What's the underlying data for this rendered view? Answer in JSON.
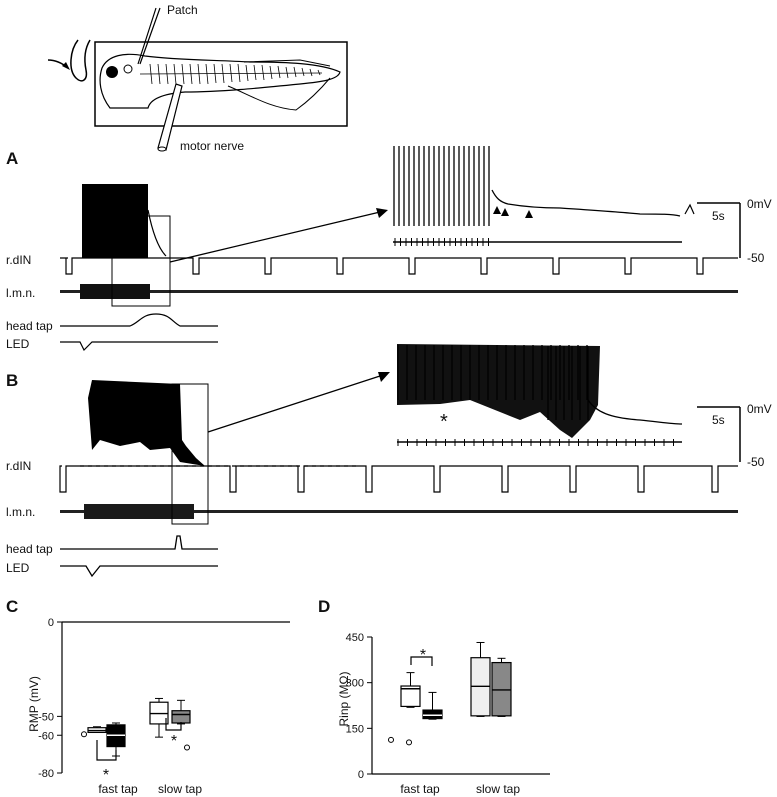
{
  "schematic": {
    "patch_label": "Patch",
    "motor_nerve_label": "motor nerve"
  },
  "panel_a": {
    "label": "A",
    "trace_rdin": "r.dIN",
    "trace_lmn": "l.m.n.",
    "trace_head_tap": "head tap",
    "trace_led": "LED",
    "scale_time": "5s",
    "scale_top": "0mV",
    "scale_bottom": "-50"
  },
  "panel_b": {
    "label": "B",
    "trace_rdin": "r.dIN",
    "trace_lmn": "l.m.n.",
    "trace_head_tap": "head tap",
    "trace_led": "LED",
    "scale_time": "5s",
    "scale_top": "0mV",
    "scale_bottom": "-50",
    "asterisk": "*"
  },
  "chart_data": [
    {
      "type": "box",
      "panel": "C",
      "ylabel": "RMP (mV)",
      "ylim": [
        -80,
        0
      ],
      "yticks": [
        0,
        -50,
        -60,
        -80
      ],
      "categories": [
        "fast tap",
        "slow tap"
      ],
      "significance": "*",
      "boxes": [
        {
          "category": "fast tap",
          "fill": "#ffffff",
          "whisker_low": -57,
          "q1": -58.5,
          "median": -57.5,
          "q3": -56,
          "whisker_high": -55.5,
          "outliers": [
            -59.5
          ]
        },
        {
          "category": "fast tap",
          "fill": "#000000",
          "whisker_low": -71,
          "q1": -66,
          "median": -60,
          "q3": -54.5,
          "whisker_high": -53.5,
          "outliers": []
        },
        {
          "category": "slow tap",
          "fill": "#ffffff",
          "whisker_low": -61,
          "q1": -54,
          "median": -48.5,
          "q3": -42.5,
          "whisker_high": -40.5,
          "outliers": []
        },
        {
          "category": "slow tap",
          "fill": "#888888",
          "whisker_low": -54,
          "q1": -53.5,
          "median": -49,
          "q3": -47,
          "whisker_high": -41.5,
          "outliers": [
            -66.5
          ]
        }
      ]
    },
    {
      "type": "box",
      "panel": "D",
      "ylabel": "Rinp (MΩ)",
      "ylim": [
        0,
        450
      ],
      "yticks": [
        0,
        150,
        300,
        450
      ],
      "categories": [
        "fast tap",
        "slow tap"
      ],
      "significance": "*",
      "boxes": [
        {
          "category": "fast tap",
          "fill": "#ffffff",
          "whisker_low": 219,
          "q1": 222,
          "median": 280,
          "q3": 289,
          "whisker_high": 333,
          "outliers": [
            112
          ]
        },
        {
          "category": "fast tap",
          "fill": "#000000",
          "whisker_low": 180,
          "q1": 182,
          "median": 193,
          "q3": 210,
          "whisker_high": 268,
          "outliers": [
            104
          ]
        },
        {
          "category": "slow tap",
          "fill": "#efefef",
          "whisker_low": 189,
          "q1": 191,
          "median": 288,
          "q3": 382,
          "whisker_high": 432,
          "outliers": []
        },
        {
          "category": "slow tap",
          "fill": "#888888",
          "whisker_low": 189,
          "q1": 191,
          "median": 276,
          "q3": 366,
          "whisker_high": 380,
          "outliers": []
        }
      ]
    }
  ]
}
